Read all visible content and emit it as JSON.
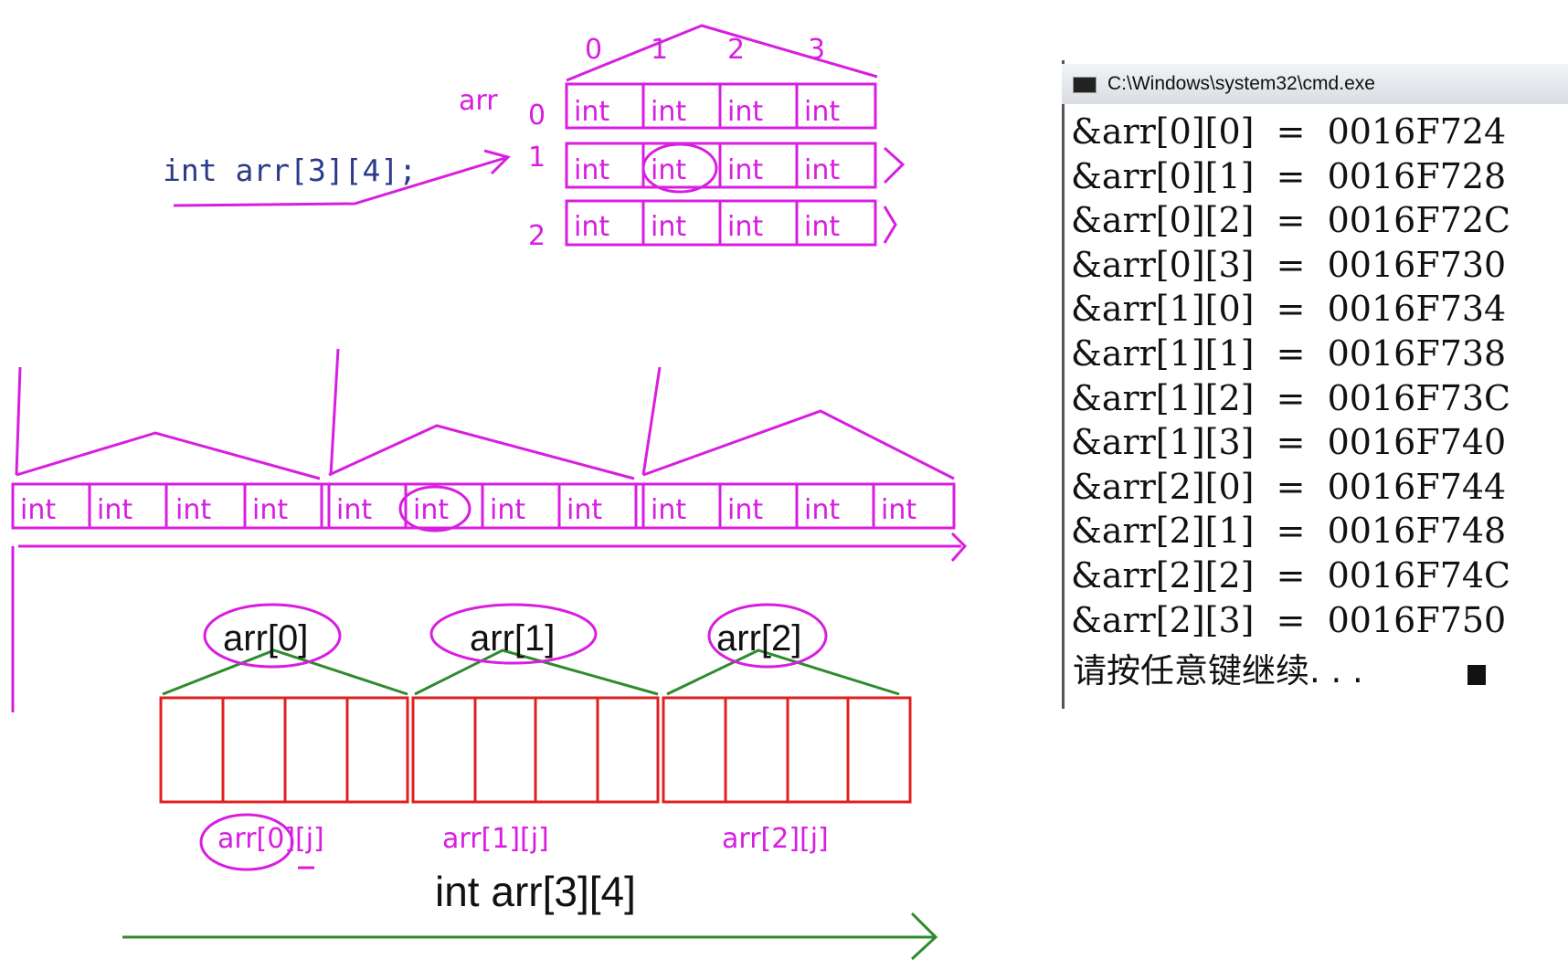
{
  "matrix": {
    "arr_label": "arr",
    "col_indices": [
      "0",
      "1",
      "2",
      "3"
    ],
    "row_indices": [
      "0",
      "1",
      "2"
    ],
    "cell_label": "int",
    "declaration": "int arr[3][4];"
  },
  "linear_cells": [
    "int",
    "int",
    "int",
    "int",
    "int",
    "int",
    "int",
    "int",
    "int",
    "int",
    "int",
    "int"
  ],
  "bottom": {
    "row_names": [
      "arr[0]",
      "arr[1]",
      "arr[2]"
    ],
    "sub_labels": [
      "arr[0][j]",
      "arr[1][j]",
      "arr[2][j]"
    ],
    "caption": "int arr[3][4]"
  },
  "cmd": {
    "title": "C:\\Windows\\system32\\cmd.exe",
    "lines": [
      "&arr[0][0]  =  0016F724",
      "&arr[0][1]  =  0016F728",
      "&arr[0][2]  =  0016F72C",
      "&arr[0][3]  =  0016F730",
      "&arr[1][0]  =  0016F734",
      "&arr[1][1]  =  0016F738",
      "&arr[1][2]  =  0016F73C",
      "&arr[1][3]  =  0016F740",
      "&arr[2][0]  =  0016F744",
      "&arr[2][1]  =  0016F748",
      "&arr[2][2]  =  0016F74C",
      "&arr[2][3]  =  0016F750"
    ],
    "prompt": "请按任意键继续. . . "
  },
  "colors": {
    "annotation": "#d81ee0",
    "grid_red": "#e02020",
    "arrow_green": "#2e8b2e"
  }
}
